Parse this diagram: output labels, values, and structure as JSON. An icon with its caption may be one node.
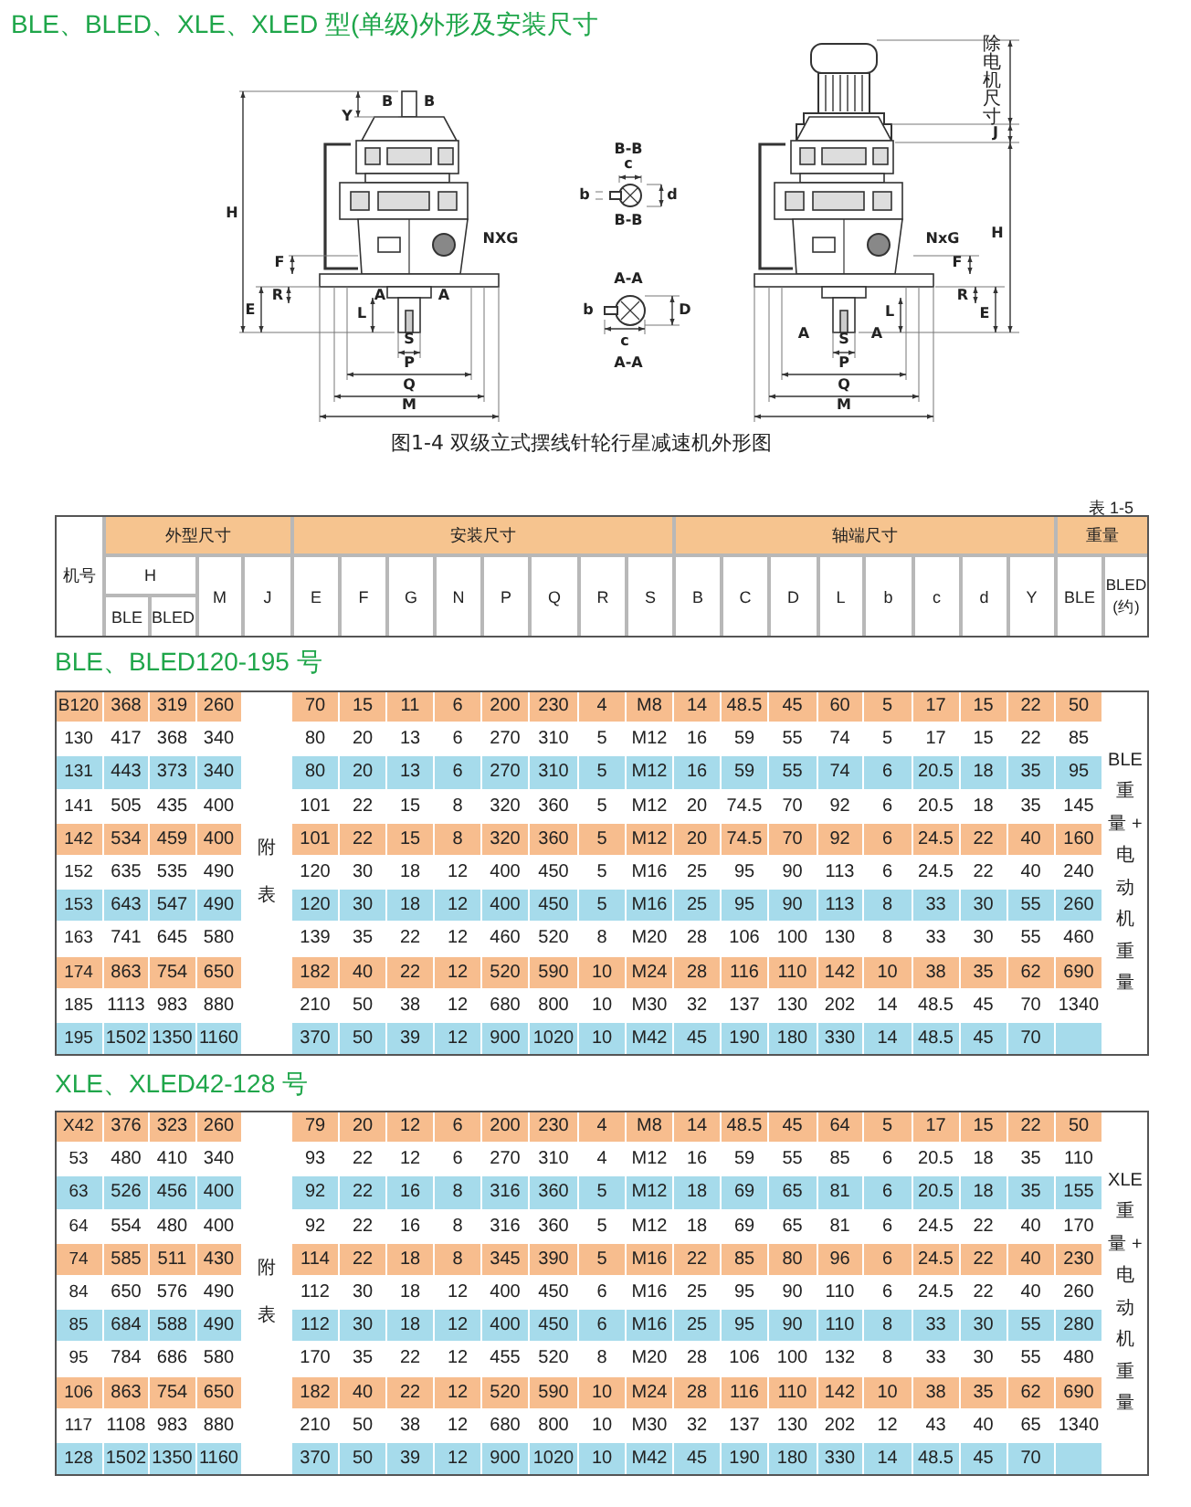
{
  "diagram": {
    "title": "BLE、BLED、XLE、XLED 型(单级)外形及安装尺寸",
    "caption": "图1-4 双级立式摆线针轮行星减速机外形图",
    "labels": [
      "B",
      "B",
      "Y",
      "H",
      "NXG",
      "F",
      "R",
      "E",
      "A",
      "A",
      "L",
      "S",
      "P",
      "Q",
      "M",
      "B-B",
      "c",
      "b",
      "d",
      "B-B",
      "A-A",
      "b",
      "D",
      "c",
      "A-A",
      "除电机尺寸",
      "J",
      "H",
      "NxG",
      "F",
      "R",
      "L",
      "E",
      "A",
      "A",
      "S",
      "P",
      "Q",
      "M",
      "表 1-5",
      "机号",
      "外型尺寸",
      "安装尺寸",
      "轴端尺寸",
      "重量",
      "H",
      "M",
      "J",
      "E",
      "F",
      "G",
      "N",
      "P",
      "Q",
      "R",
      "S",
      "B",
      "C",
      "D",
      "L",
      "b",
      "c",
      "d",
      "Y",
      "BLE",
      "BLED (约)",
      "BLE",
      "BLED",
      "BLE、BLED120-195 号",
      "B120",
      "368",
      "319",
      "260",
      "70",
      "15",
      "11",
      "6",
      "200",
      "230",
      "4",
      "M8",
      "14",
      "48.5",
      "45",
      "60",
      "5",
      "17",
      "15",
      "22",
      "50",
      "130",
      "417",
      "368",
      "340",
      "80",
      "20",
      "13",
      "6",
      "270",
      "310",
      "5",
      "M12",
      "16",
      "59",
      "55",
      "74",
      "5",
      "17",
      "15",
      "22",
      "85",
      "131",
      "443",
      "373",
      "340",
      "80",
      "20",
      "13",
      "6",
      "270",
      "310",
      "5",
      "M12",
      "16",
      "59",
      "55",
      "74",
      "6",
      "20.5",
      "18",
      "35",
      "95",
      "141",
      "505",
      "435",
      "400",
      "101",
      "22",
      "15",
      "8",
      "320",
      "360",
      "5",
      "M12",
      "20",
      "74.5",
      "70",
      "92",
      "6",
      "20.5",
      "18",
      "35",
      "145",
      "142",
      "534",
      "459",
      "400",
      "101",
      "22",
      "15",
      "8",
      "320",
      "360",
      "5",
      "M12",
      "20",
      "74.5",
      "70",
      "92",
      "6",
      "24.5",
      "22",
      "40",
      "160",
      "152",
      "635",
      "535",
      "490",
      "120",
      "30",
      "18",
      "12",
      "400",
      "450",
      "5",
      "M16",
      "25",
      "95",
      "90",
      "113",
      "6",
      "24.5",
      "22",
      "40",
      "240",
      "153",
      "643",
      "547",
      "490",
      "120",
      "30",
      "18",
      "12",
      "400",
      "450",
      "5",
      "M16",
      "25",
      "95",
      "90",
      "113",
      "8",
      "33",
      "30",
      "55",
      "260",
      "163",
      "741",
      "645",
      "580",
      "139",
      "35",
      "22",
      "12",
      "460",
      "520",
      "8",
      "M20",
      "28",
      "106",
      "100",
      "130",
      "8",
      "33",
      "30",
      "55",
      "460",
      "174",
      "863",
      "754",
      "650",
      "182",
      "40",
      "22",
      "12",
      "520",
      "590",
      "10",
      "M24",
      "28",
      "116",
      "110",
      "142",
      "10",
      "38",
      "35",
      "62",
      "690",
      "185",
      "1113",
      "983",
      "880",
      "210",
      "50",
      "38",
      "12",
      "680",
      "800",
      "10",
      "M30",
      "32",
      "137",
      "130",
      "202",
      "14",
      "48.5",
      "45",
      "70",
      "1340",
      "195",
      "1502",
      "1350",
      "1160",
      "370",
      "50",
      "39",
      "12",
      "900",
      "1020",
      "10",
      "M42",
      "45",
      "190",
      "180",
      "330",
      "14",
      "48.5",
      "45",
      "70",
      "附表",
      "BLE 重量 + 电动机重量",
      "XLE、XLED42-128 号",
      "X42",
      "376",
      "323",
      "260",
      "79",
      "20",
      "12",
      "6",
      "200",
      "230",
      "4",
      "M8",
      "14",
      "48.5",
      "45",
      "64",
      "5",
      "17",
      "15",
      "22",
      "50",
      "53",
      "480",
      "410",
      "340",
      "93",
      "22",
      "12",
      "6",
      "270",
      "310",
      "4",
      "M12",
      "16",
      "59",
      "55",
      "85",
      "6",
      "20.5",
      "18",
      "35",
      "110",
      "63",
      "526",
      "456",
      "400",
      "92",
      "22",
      "16",
      "8",
      "316",
      "360",
      "5",
      "M12",
      "18",
      "69",
      "65",
      "81",
      "6",
      "20.5",
      "18",
      "35",
      "155",
      "64",
      "554",
      "480",
      "400",
      "92",
      "22",
      "16",
      "8",
      "316",
      "360",
      "5",
      "M12",
      "18",
      "69",
      "65",
      "81",
      "6",
      "24.5",
      "22",
      "40",
      "170",
      "74",
      "585",
      "511",
      "430",
      "114",
      "22",
      "18",
      "8",
      "345",
      "390",
      "5",
      "M16",
      "22",
      "85",
      "80",
      "96",
      "6",
      "24.5",
      "22",
      "40",
      "230",
      "84",
      "650",
      "576",
      "490",
      "112",
      "30",
      "18",
      "12",
      "400",
      "450",
      "6",
      "M16",
      "25",
      "95",
      "90",
      "110",
      "6",
      "24.5",
      "22",
      "40",
      "260",
      "85",
      "684",
      "588",
      "490",
      "112",
      "30",
      "18",
      "12",
      "400",
      "450",
      "6",
      "M16",
      "25",
      "95",
      "90",
      "110",
      "8",
      "33",
      "30",
      "55",
      "280",
      "95",
      "784",
      "686",
      "580",
      "170",
      "35",
      "22",
      "12",
      "455",
      "520",
      "8",
      "M20",
      "28",
      "106",
      "100",
      "132",
      "8",
      "33",
      "30",
      "55",
      "480",
      "106",
      "863",
      "754",
      "650",
      "182",
      "40",
      "22",
      "12",
      "520",
      "590",
      "10",
      "M24",
      "28",
      "116",
      "110",
      "142",
      "10",
      "38",
      "35",
      "62",
      "690",
      "117",
      "1108",
      "983",
      "880",
      "210",
      "50",
      "38",
      "12",
      "680",
      "800",
      "10",
      "M30",
      "32",
      "137",
      "130",
      "202",
      "12",
      "43",
      "40",
      "65",
      "1340",
      "128",
      "1502",
      "1350",
      "1160",
      "370",
      "50",
      "39",
      "12",
      "900",
      "1020",
      "10",
      "M42",
      "45",
      "190",
      "180",
      "330",
      "14",
      "48.5",
      "45",
      "70",
      "附表",
      "XLE 重量 + 电动机重量"
    ]
  }
}
